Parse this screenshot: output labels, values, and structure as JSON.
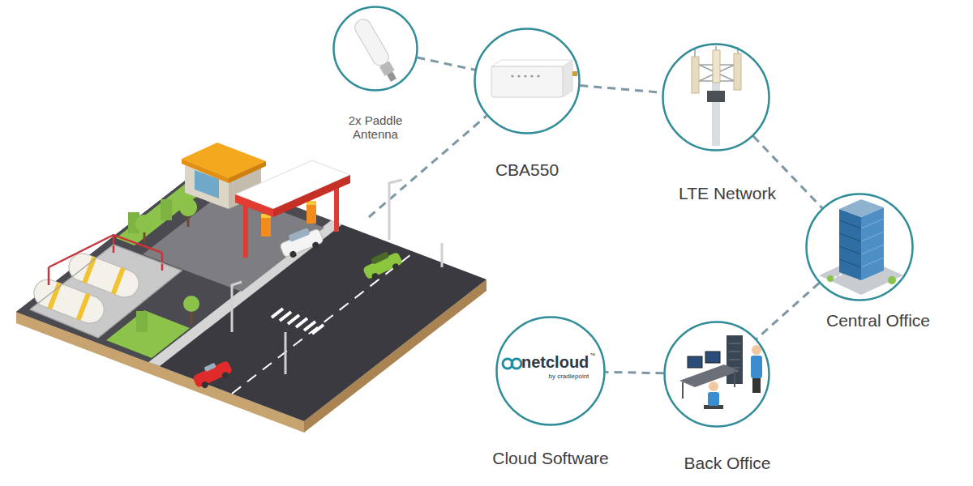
{
  "diagram": {
    "nodes": [
      {
        "text": [
          "2x Paddle Antenna"
        ]
      },
      {
        "text": [
          "CBA550"
        ]
      },
      {
        "text": [
          "LTE Network"
        ]
      },
      {
        "text": [
          "Central Office"
        ]
      },
      {
        "text": [
          "netcloud",
          "™",
          "by cradlepoint",
          "Cloud Software"
        ]
      },
      {
        "text": [
          "Back Office"
        ]
      }
    ],
    "edges": [
      {
        "from": 0,
        "to": 1,
        "arrow": "none"
      },
      {
        "from": 1,
        "to": 2,
        "arrow": "none"
      },
      {
        "from": 2,
        "to": 3,
        "arrow": "none"
      },
      {
        "from": 3,
        "to": 5,
        "arrow": "none"
      },
      {
        "from": 5,
        "to": 4,
        "arrow": "none"
      }
    ]
  }
}
